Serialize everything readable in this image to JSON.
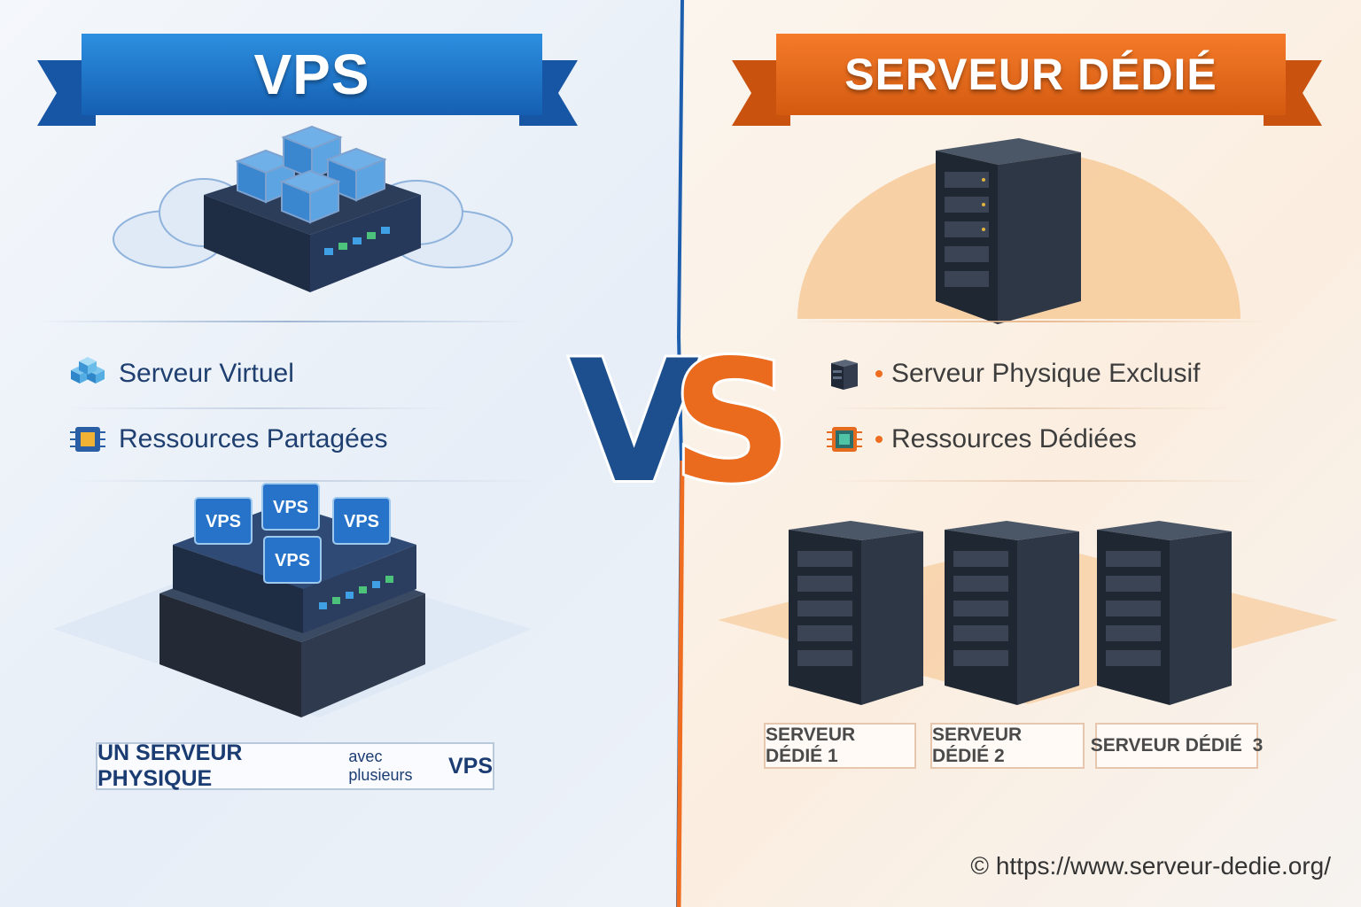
{
  "left": {
    "title": "VPS",
    "features": [
      {
        "label": "Serveur Virtuel",
        "icon": "cube-stack-icon"
      },
      {
        "label": "Ressources Partagées",
        "icon": "cpu-chip-icon"
      }
    ],
    "vps_tags": [
      "VPS",
      "VPS",
      "VPS",
      "VPS"
    ],
    "caption_main": "UN SERVEUR PHYSIQUE",
    "caption_small": "avec plusieurs",
    "caption_end": "VPS",
    "accent": "#1b6cc4"
  },
  "center": {
    "vs_v": "V",
    "vs_s": "S"
  },
  "right": {
    "title": "SERVEUR DÉDIÉ",
    "features": [
      {
        "label": "Serveur Physique Exclusif",
        "icon": "server-tower-icon"
      },
      {
        "label": "Ressources Dédiées",
        "icon": "cpu-chip-icon"
      }
    ],
    "server_labels": [
      "SERVEUR DÉDIÉ 1",
      "SERVEUR DÉDIÉ 2",
      "SERVEUR DÉDIÉ  3"
    ],
    "accent": "#e8651a"
  },
  "footer": {
    "copyright_symbol": "©",
    "url": "https://www.serveur-dedie.org/"
  }
}
